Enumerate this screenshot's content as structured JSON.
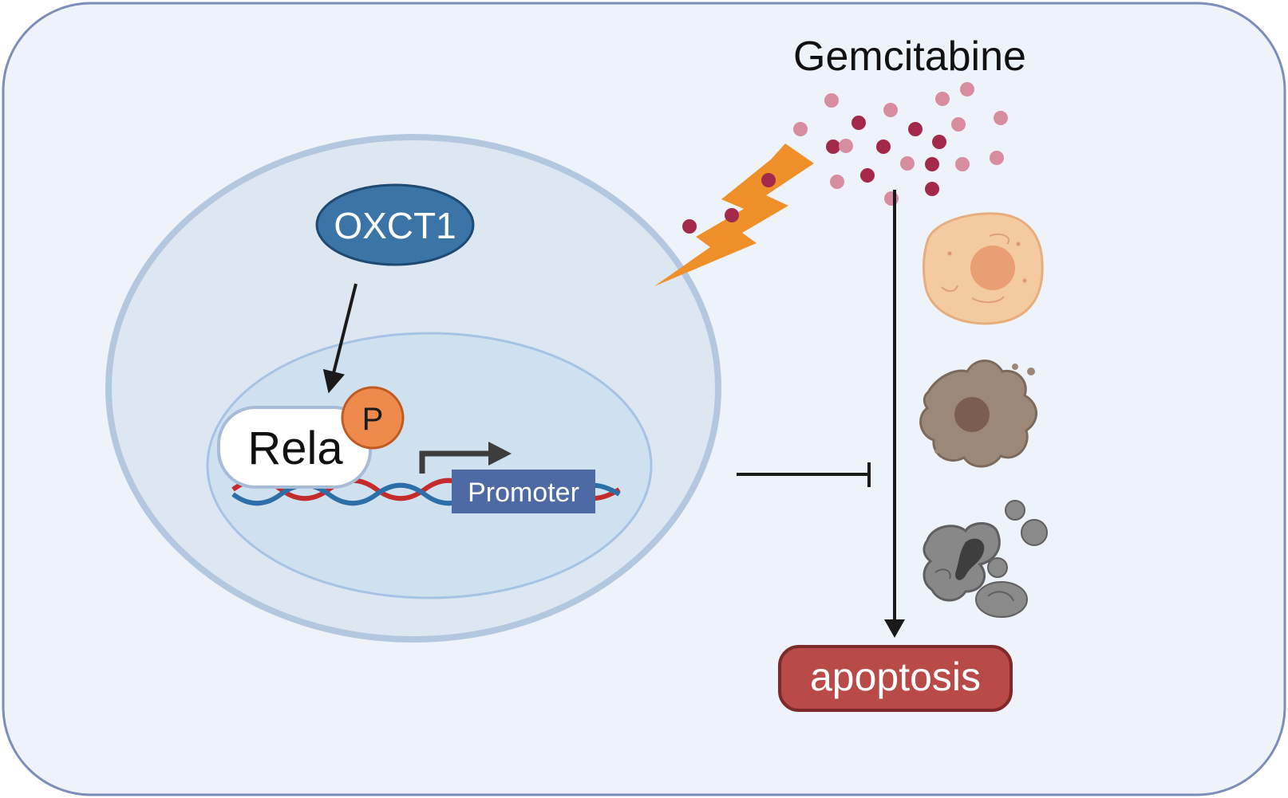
{
  "diagram": {
    "drug_label": "Gemcitabine",
    "enzyme_label": "OXCT1",
    "factor_label": "Rela",
    "phospho_label": "P",
    "promoter_label": "Promoter",
    "outcome_label": "apoptosis"
  },
  "colors": {
    "panel_fill": "#eef3fa",
    "panel_stroke": "#7b8db8",
    "cell_fill": "#dde7f1",
    "cell_stroke": "#b3c8de",
    "nucleus_fill": "#cfe0ee",
    "nucleus_stroke": "#a7c3e4",
    "enzyme_fill": "#3b74a6",
    "enzyme_stroke": "#1f4a73",
    "phospho_fill": "#ee8a4c",
    "phospho_stroke": "#bf5b22",
    "promoter_fill": "#4e6aa5",
    "dna_red": "#c42b2b",
    "dna_blue": "#2c6ea8",
    "bolt": "#ee8f2a",
    "outcome_fill": "#b84a48",
    "outcome_stroke": "#7e2a2a",
    "drug_dark": "#a3294a",
    "drug_light": "#d88ca0"
  },
  "icons": [
    "lightning-bolt-icon",
    "healthy-cell-icon",
    "shrinking-cell-icon",
    "apoptotic-cell-icon"
  ]
}
